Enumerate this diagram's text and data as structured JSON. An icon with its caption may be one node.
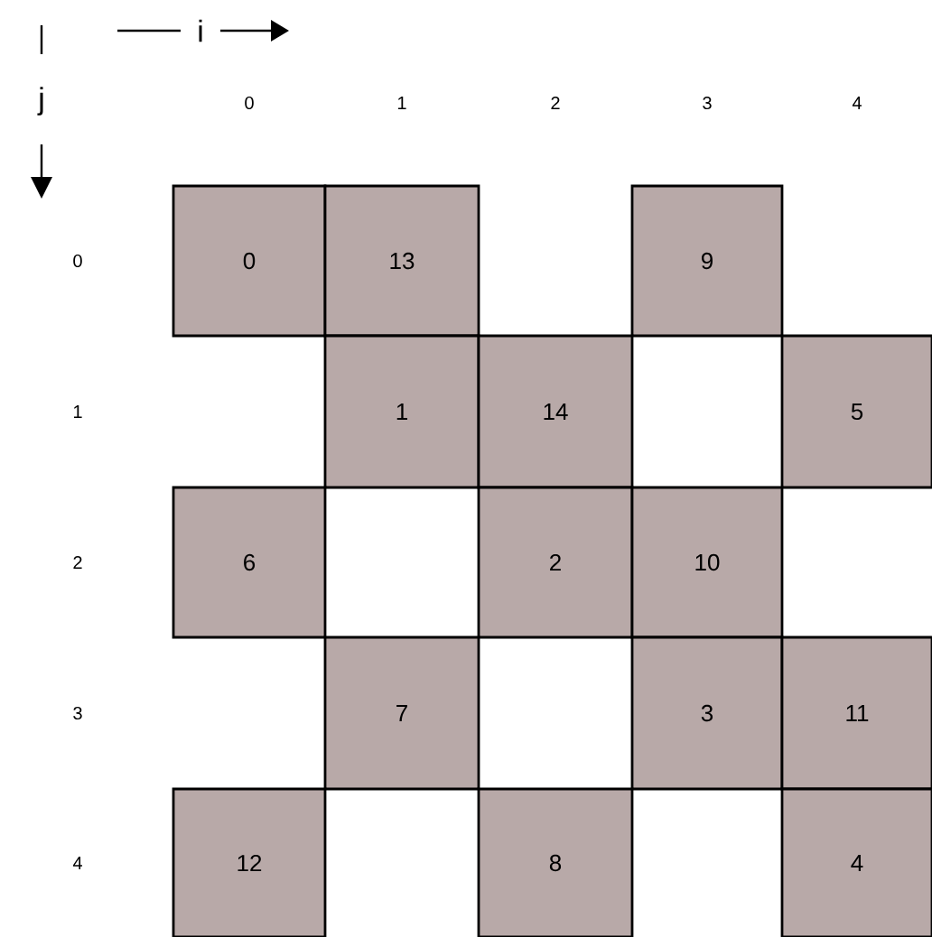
{
  "diagram": {
    "nodes": [
      {
        "text": [
          "0"
        ]
      },
      {
        "text": [
          "13"
        ]
      },
      {
        "text": [
          "9"
        ]
      },
      {
        "text": [
          "1"
        ]
      },
      {
        "text": [
          "14"
        ]
      },
      {
        "text": [
          "5"
        ]
      },
      {
        "text": [
          "6"
        ]
      },
      {
        "text": [
          "2"
        ]
      },
      {
        "text": [
          "10"
        ]
      },
      {
        "text": [
          "7"
        ]
      },
      {
        "text": [
          "3"
        ]
      },
      {
        "text": [
          "11"
        ]
      },
      {
        "text": [
          "12"
        ]
      },
      {
        "text": [
          "8"
        ]
      },
      {
        "text": [
          "4"
        ]
      }
    ],
    "labels": [
      "i",
      "j",
      "0",
      "1",
      "2",
      "3",
      "4",
      "0",
      "1",
      "2",
      "3",
      "4"
    ]
  }
}
